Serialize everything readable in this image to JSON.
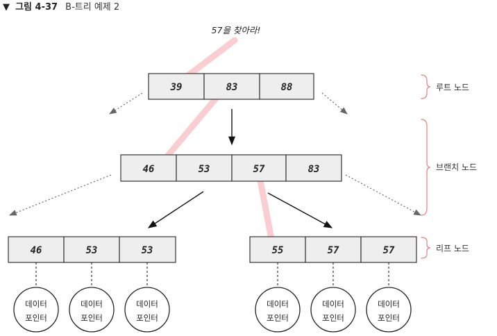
{
  "figure": {
    "marker": "▼",
    "number": "그림 4-37",
    "title": "B-트리 예제 2"
  },
  "search_label": "57을 찾아라!",
  "levels": {
    "root": "루트 노드",
    "branch": "브랜치 노드",
    "leaf": "리프 노드"
  },
  "root_node": [
    "39",
    "83",
    "88"
  ],
  "branch_node": [
    "46",
    "53",
    "57",
    "83"
  ],
  "leaf_left": [
    "46",
    "53",
    "53"
  ],
  "leaf_right": [
    "55",
    "57",
    "57"
  ],
  "pointer": {
    "line1": "데이터",
    "line2": "포인터"
  },
  "colors": {
    "cell_fill": "#eeeeee",
    "cell_stroke": "#333333",
    "search_path": "#f9c9cc",
    "dotted_arrow": "#666666"
  }
}
